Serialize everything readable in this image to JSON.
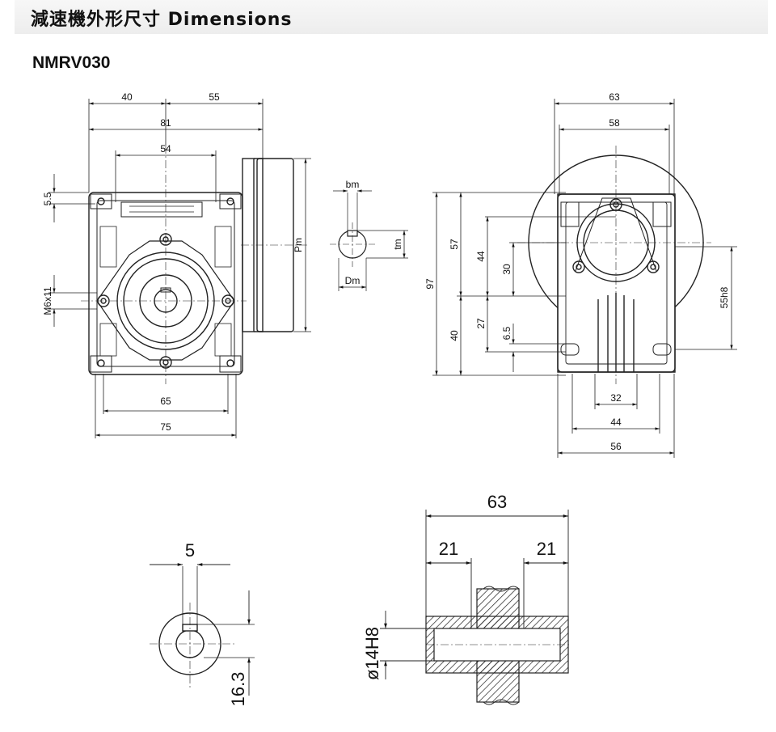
{
  "header": {
    "title": "減速機外形尺寸 Dimensions"
  },
  "model": "NMRV030",
  "dims": {
    "d40": "40",
    "d55": "55",
    "d81": "81",
    "d54": "54",
    "d5_5": "5.5",
    "m6x11": "M6x11",
    "pm": "Pm",
    "d65": "65",
    "d75": "75",
    "bm": "bm",
    "tm": "tm",
    "dm": "Dm",
    "s63": "63",
    "s58": "58",
    "s97": "97",
    "s57": "57",
    "s44v": "44",
    "s30": "30",
    "s40": "40",
    "s27": "27",
    "s6_5": "6.5",
    "s55h8": "55h8",
    "s32": "32",
    "s44h": "44",
    "s56": "56",
    "k5": "5",
    "k16_3": "16.3",
    "h63": "63",
    "h21a": "21",
    "h21b": "21",
    "h14h8": "ø14H8"
  }
}
